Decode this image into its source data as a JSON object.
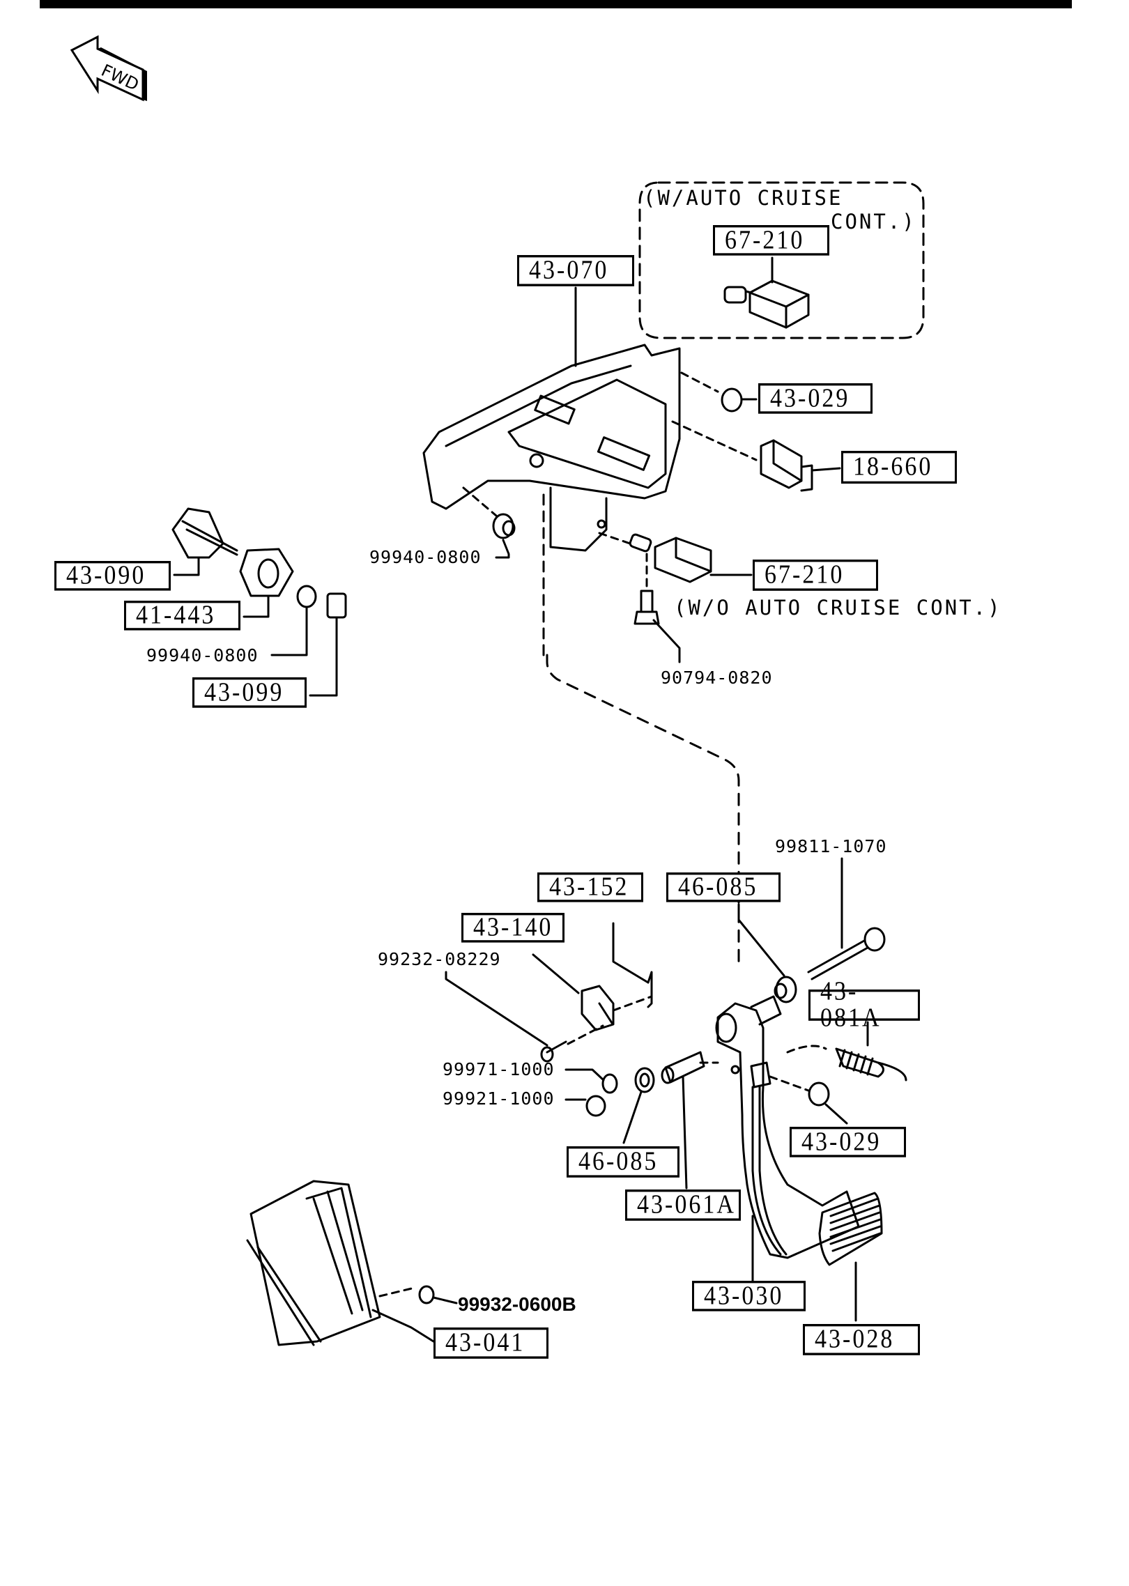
{
  "diagram": {
    "orientation_label": "FWD",
    "orientation_icon": "forward-arrow-icon",
    "notes": {
      "with_cruise_line1": "(W/AUTO CRUISE",
      "with_cruise_line2": "CONT.)",
      "without_cruise": "(W/O AUTO CRUISE CONT.)"
    },
    "boxed_parts": {
      "p43_070": "43-070",
      "p67_210_top": "67-210",
      "p43_029_top": "43-029",
      "p18_660": "18-660",
      "p67_210_low": "67-210",
      "p43_090": "43-090",
      "p41_443": "41-443",
      "p43_099": "43-099",
      "p43_152": "43-152",
      "p46_085_top": "46-085",
      "p43_140": "43-140",
      "p43_081A": "43-081A",
      "p43_029_low": "43-029",
      "p46_085_low": "46-085",
      "p43_061A": "43-061A",
      "p43_041": "43-041",
      "p43_030": "43-030",
      "p43_028": "43-028"
    },
    "plain_parts": {
      "p99940_0800_center": "99940-0800",
      "p90794_0820": "90794-0820",
      "p99940_0800_left": "99940-0800",
      "p99811_1070": "99811-1070",
      "p99232_08229": "99232-08229",
      "p99971_1000": "99971-1000",
      "p99921_1000": "99921-1000",
      "p99932_0600B": "99932-0600B"
    }
  }
}
